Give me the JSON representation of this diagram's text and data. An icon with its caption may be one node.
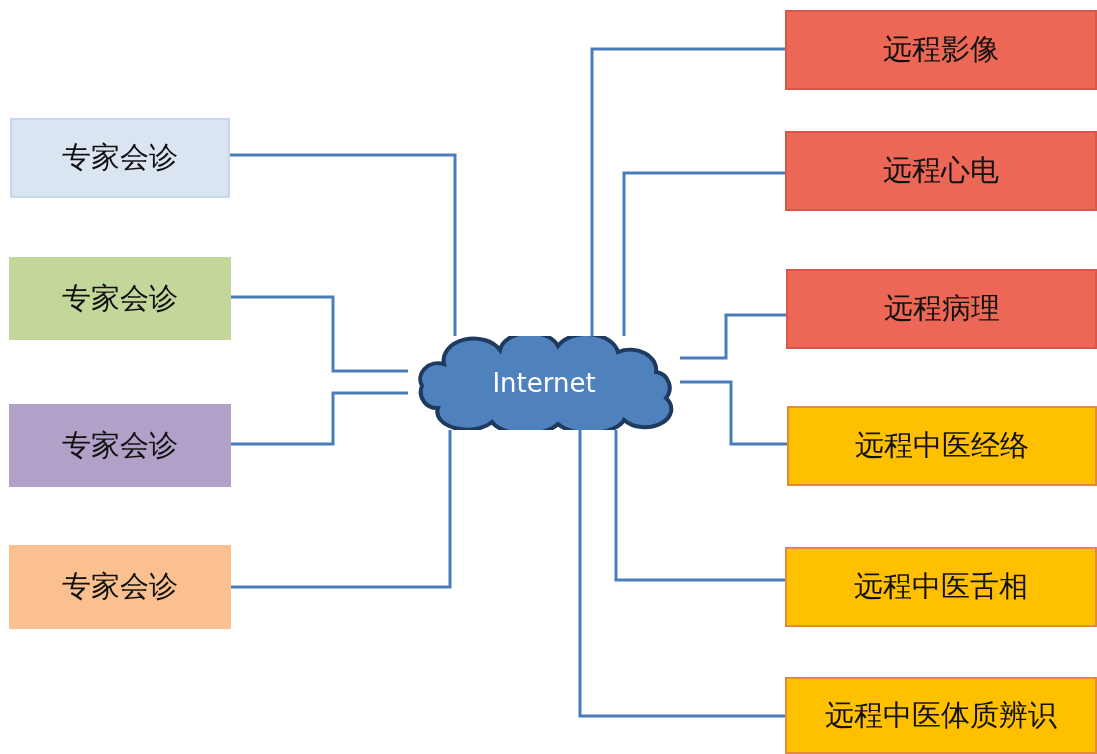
{
  "diagram": {
    "nodes": [
      {
        "text": [
          "Internet"
        ]
      },
      {
        "text": [
          "专家会诊"
        ]
      },
      {
        "text": [
          "专家会诊"
        ]
      },
      {
        "text": [
          "专家会诊"
        ]
      },
      {
        "text": [
          "专家会诊"
        ]
      },
      {
        "text": [
          "远程影像"
        ]
      },
      {
        "text": [
          "远程心电"
        ]
      },
      {
        "text": [
          "远程病理"
        ]
      },
      {
        "text": [
          "远程中医经络"
        ]
      },
      {
        "text": [
          "远程中医舌相"
        ]
      },
      {
        "text": [
          "远程中医体质辨识"
        ]
      }
    ],
    "edges": [
      {
        "from": 1,
        "to": 0,
        "arrow": "none"
      },
      {
        "from": 2,
        "to": 0,
        "arrow": "none"
      },
      {
        "from": 3,
        "to": 0,
        "arrow": "none"
      },
      {
        "from": 4,
        "to": 0,
        "arrow": "none"
      },
      {
        "from": 5,
        "to": 0,
        "arrow": "none"
      },
      {
        "from": 6,
        "to": 0,
        "arrow": "none"
      },
      {
        "from": 7,
        "to": 0,
        "arrow": "none"
      },
      {
        "from": 8,
        "to": 0,
        "arrow": "none"
      },
      {
        "from": 9,
        "to": 0,
        "arrow": "none"
      },
      {
        "from": 10,
        "to": 0,
        "arrow": "none"
      }
    ]
  }
}
